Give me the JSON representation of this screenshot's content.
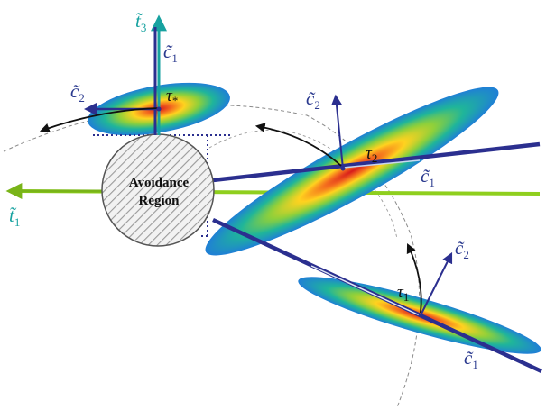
{
  "region": {
    "line1": "Avoidance",
    "line2": "Region"
  },
  "colors": {
    "dark_blue": "#2b2f8f",
    "teal": "#17a2a0",
    "lime": "#8fcf1e",
    "lime_dark": "#79b418"
  },
  "labels": {
    "t1": {
      "base": "t̃",
      "sub": "1"
    },
    "t3": {
      "base": "t̃",
      "sub": "3"
    },
    "top_c1": {
      "base": "c̃",
      "sub": "1"
    },
    "top_c2": {
      "base": "c̃",
      "sub": "2"
    },
    "top_tau": {
      "base": "τ",
      "sub": "*"
    },
    "mid_c1": {
      "base": "c̃",
      "sub": "1"
    },
    "mid_c2": {
      "base": "c̃",
      "sub": "2"
    },
    "mid_tau": {
      "base": "τ",
      "sub": "2"
    },
    "low_c1": {
      "base": "c̃",
      "sub": "1"
    },
    "low_c2": {
      "base": "c̃",
      "sub": "2"
    },
    "low_tau": {
      "base": "τ",
      "sub": "1"
    }
  }
}
